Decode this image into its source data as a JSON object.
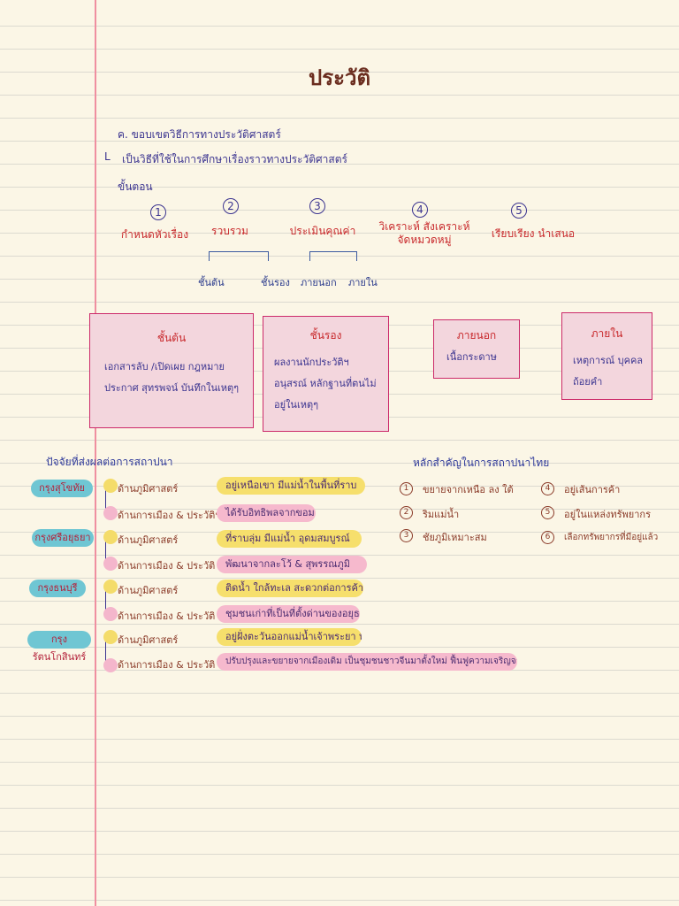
{
  "title": "ประวัติ",
  "heading_a": "ค. ขอบเขตวิธีการทางประวัติศาสตร์",
  "heading_b": "เป็นวิธีที่ใช้ในการศึกษาเรื่องราวทางประวัติศาสตร์",
  "steps_label": "ขั้นตอน",
  "steps": [
    {
      "num": "1",
      "label": "กำหนดหัวเรื่อง"
    },
    {
      "num": "2",
      "label": "รวบรวม"
    },
    {
      "num": "3",
      "label": "ประเมินคุณค่า"
    },
    {
      "num": "4",
      "label": "วิเคราะห์ สังเคราะห์ จัดหมวดหมู่"
    },
    {
      "num": "5",
      "label": "เรียบเรียง นำเสนอ"
    }
  ],
  "sub_labels": [
    "ชั้นต้น",
    "ชั้นรอง",
    "ภายนอก",
    "ภายใน"
  ],
  "boxes": [
    {
      "title": "ชั้นต้น",
      "text": "เอกสารลับ /เปิดเผย กฎหมาย ประกาศ สุทรพจน์ บันทึกในเหตุๆ"
    },
    {
      "title": "ชั้นรอง",
      "text": "ผลงานนักประวัติฯ อนุสรณ์ หลักฐานที่ตนไม่อยู่ในเหตุๆ"
    },
    {
      "title": "ภายนอก",
      "text": "เนื้อกระดาษ"
    },
    {
      "title": "ภายใน",
      "text": "เหตุการณ์ บุคคล ถ้อยคำ"
    }
  ],
  "factors_heading": "ปัจจัยที่ส่งผลต่อการสถาปนา",
  "eras": [
    {
      "name": "กรุงสุโขทัย",
      "rows": [
        {
          "label": "ด้านภูมิศาสตร์",
          "note": "อยู่เหนือเขา มีแม่น้ำในพื้นที่ราบ"
        },
        {
          "label": "ด้านการเมือง & ประวัติฯ",
          "note": "ได้รับอิทธิพลจากขอม"
        }
      ]
    },
    {
      "name": "กรุงศรีอยุธยา",
      "rows": [
        {
          "label": "ด้านภูมิศาสตร์",
          "note": "ที่ราบลุ่ม มีแม่น้ำ อุดมสมบูรณ์"
        },
        {
          "label": "ด้านการเมือง & ประวัติ",
          "note": "พัฒนาจากละโว้ & สุพรรณภูมิ"
        }
      ]
    },
    {
      "name": "กรุงธนบุรี",
      "rows": [
        {
          "label": "ด้านภูมิศาสตร์",
          "note": "ติดน้ำ ใกล้ทะเล สะดวกต่อการค้า"
        },
        {
          "label": "ด้านการเมือง & ประวัติ",
          "note": "ชุมชนเก่าที่เป็นที่ตั้งด่านของอยุธยา"
        }
      ]
    },
    {
      "name": "กรุงรัตนโกสินทร์",
      "rows": [
        {
          "label": "ด้านภูมิศาสตร์",
          "note": "อยู่ฝั่งตะวันออกแม่น้ำเจ้าพระยา ทำเลดี"
        },
        {
          "label": "ด้านการเมือง & ประวัติ",
          "note": "ปรับปรุงและขยายจากเมืองเดิม เป็นชุมชนชาวจีนมาตั้งใหม่ ฟื้นฟูความเจริญจากอยุธยา"
        }
      ]
    }
  ],
  "principles_heading": "หลักสำคัญในการสถาปนาไทย",
  "principles": [
    {
      "num": "1",
      "text": "ขยายจากเหนือ ลง ใต้"
    },
    {
      "num": "2",
      "text": "ริมแม่น้ำ"
    },
    {
      "num": "3",
      "text": "ชัยภูมิเหมาะสม"
    },
    {
      "num": "4",
      "text": "อยู่เส้นการค้า"
    },
    {
      "num": "5",
      "text": "อยู่ในแหล่งทรัพยากร"
    },
    {
      "num": "6",
      "text": "เลือกทรัพยากรที่มีอยู่แล้ว"
    }
  ],
  "colors": {
    "margin": "#ef8fa0",
    "pink_box": "#f3d6dd",
    "teal": "#6fc6d3",
    "yellow": "#f6df6c",
    "pink": "#f6b9cd"
  }
}
